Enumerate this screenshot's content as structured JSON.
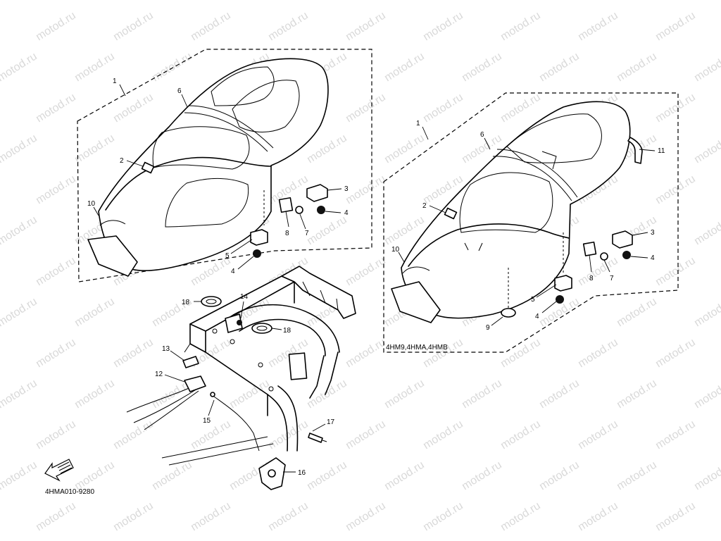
{
  "watermark": {
    "text": "motod.ru"
  },
  "diagram_code": "4HMA010-9280",
  "variant_label": "4HM9,4HMA,4HMB",
  "left_group": {
    "callouts": {
      "c1": "1",
      "c6": "6",
      "c2": "2",
      "c10": "10",
      "c3": "3",
      "c4a": "4",
      "c8": "8",
      "c7": "7",
      "c5": "5",
      "c4b": "4"
    }
  },
  "right_group": {
    "callouts": {
      "c1": "1",
      "c6": "6",
      "c11": "11",
      "c2": "2",
      "c10": "10",
      "c3": "3",
      "c4a": "4",
      "c8": "8",
      "c7": "7",
      "c5": "5",
      "c4b": "4",
      "c9": "9"
    }
  },
  "frame_group": {
    "callouts": {
      "c18a": "18",
      "c14": "14",
      "c18b": "18",
      "c13": "13",
      "c12": "12",
      "c15": "15",
      "c17": "17",
      "c16": "16"
    }
  }
}
